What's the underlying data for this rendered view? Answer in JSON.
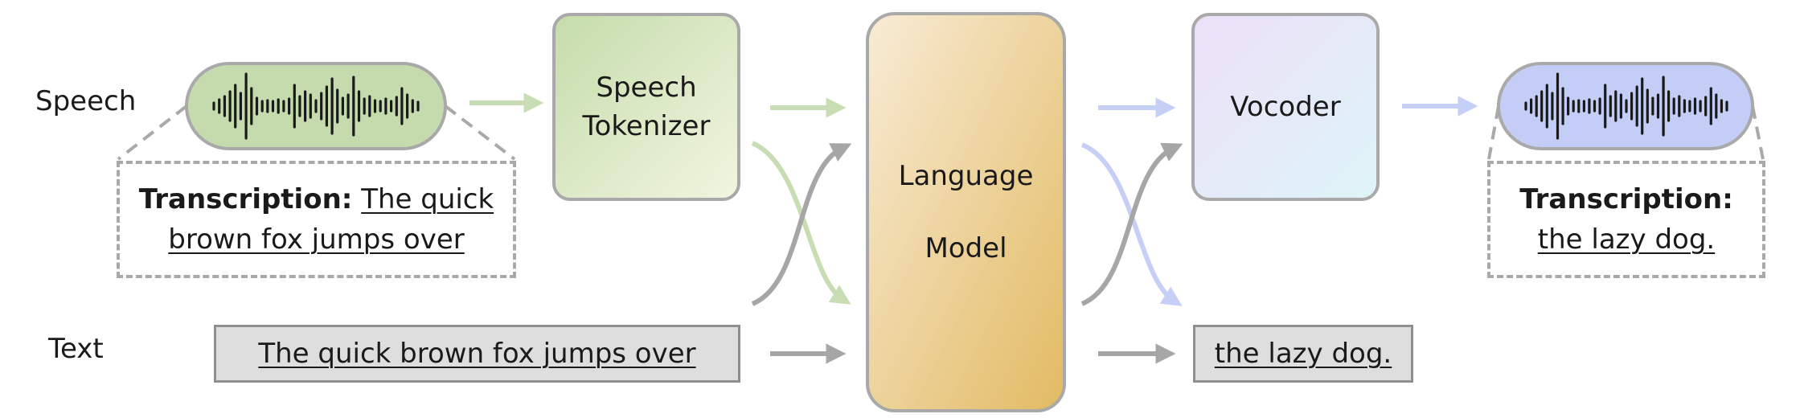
{
  "rows": {
    "speech": "Speech",
    "text": "Text"
  },
  "input": {
    "transcription_label": "Transcription:",
    "transcription_line1": "The quick",
    "transcription_line2": "brown fox jumps over",
    "text_value": "The quick brown fox jumps over"
  },
  "blocks": {
    "tokenizer_line1": "Speech",
    "tokenizer_line2": "Tokenizer",
    "lm_line1": "Language",
    "lm_line2": "Model",
    "vocoder": "Vocoder"
  },
  "output": {
    "transcription_label": "Transcription:",
    "transcription_value": "the lazy dog.",
    "text_value": "the lazy dog."
  },
  "colors": {
    "speech_in": "#c5dbad",
    "speech_out": "#c4cdf6",
    "green_arrow": "#c9ddb4",
    "blue_arrow": "#c6cff5",
    "gray_arrow": "#a6a6a6",
    "border": "#a9a9a9"
  },
  "icons": {
    "waveform": "waveform-icon"
  }
}
